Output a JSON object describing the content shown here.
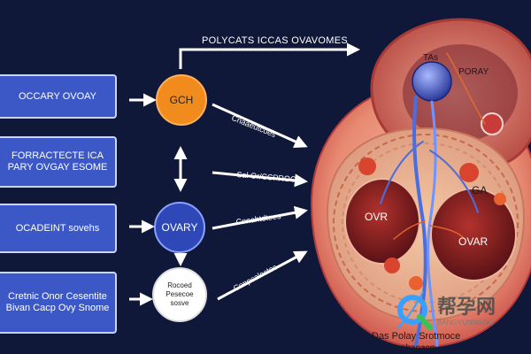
{
  "top_banner": "POLYCATS ICCAS OVAVOMES",
  "boxes": [
    {
      "lines": [
        "OCCARY OVOAY"
      ]
    },
    {
      "lines": [
        "FORRACTECTE ICA",
        "PARY OVGAY ESOME"
      ]
    },
    {
      "lines": [
        "OCADEINT sovehs"
      ]
    },
    {
      "lines": [
        "Cretnic Onor Cesentite",
        "Bivan Cacp Ovy Snome"
      ]
    }
  ],
  "nodes": {
    "gch": "GCH",
    "ovary": "OVARY",
    "bottom": [
      "Rocoed",
      "Pesecoe",
      "sosve"
    ]
  },
  "arrow_labels": {
    "a1": "Cnaaeutcoes",
    "a2": "Sal Or/CCPROCI",
    "a3": "Conahtdtees",
    "a4": "Conpcalectes"
  },
  "anatomy_labels": {
    "top_label": "TAs",
    "poray": "PORAY",
    "ga": "GA",
    "ovr": "OVR",
    "ovar": "OVAR",
    "bottom_line1": "Das Polay Srotmoce",
    "bottom_line2": "Coobanace"
  },
  "watermark": {
    "cn": "帮孕网",
    "en": "BANGYUNWANG"
  },
  "colors": {
    "background": "#10183a",
    "box": "#3b58c6",
    "gch": "#f28b1e",
    "ovary_node": "#2e48b8"
  }
}
